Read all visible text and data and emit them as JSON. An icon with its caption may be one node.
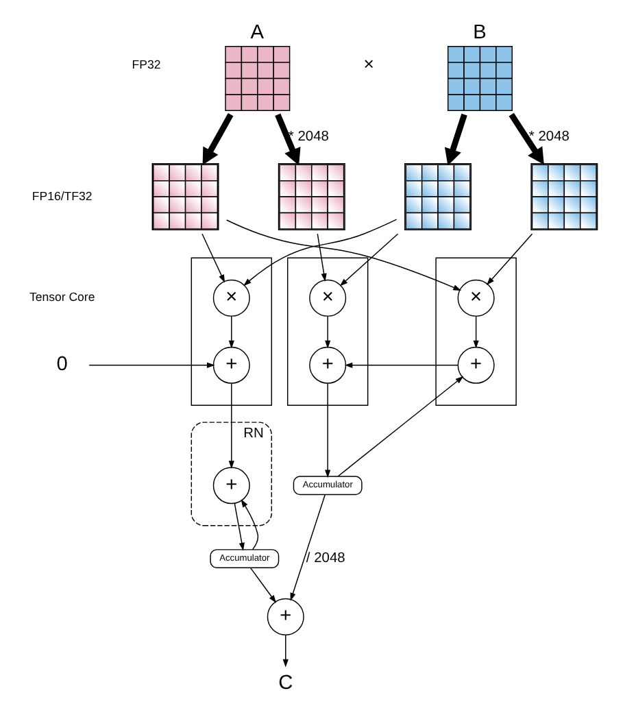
{
  "diagram": {
    "nodes": [
      {
        "text": [
          "A"
        ]
      },
      {
        "text": [
          "B"
        ]
      },
      {
        "text": [],
        "shape": "box"
      },
      {
        "text": [],
        "shape": "box"
      },
      {
        "text": [],
        "shape": "box"
      },
      {
        "text": [],
        "shape": "box"
      },
      {
        "text": [],
        "shape": "box"
      },
      {
        "text": [
          "×"
        ],
        "in": 6
      },
      {
        "text": [
          "+"
        ],
        "in": 6
      },
      {
        "text": [],
        "shape": "box"
      },
      {
        "text": [
          "×"
        ],
        "in": 9
      },
      {
        "text": [
          "+"
        ],
        "in": 9
      },
      {
        "text": [],
        "shape": "box"
      },
      {
        "text": [
          "×"
        ],
        "in": 12
      },
      {
        "text": [
          "+"
        ],
        "in": 12
      },
      {
        "text": [
          "0"
        ]
      },
      {
        "text": [
          "RN"
        ]
      },
      {
        "text": [
          "+"
        ],
        "in": 16
      },
      {
        "text": [
          "Accumulator"
        ]
      },
      {
        "text": [
          "Accumulator"
        ]
      },
      {
        "text": [
          "+"
        ]
      },
      {
        "text": [
          "C"
        ]
      }
    ],
    "edges": [
      {
        "from": 0,
        "to": 2,
        "arrow": "to",
        "style": "thick"
      },
      {
        "from": 0,
        "to": 3,
        "arrow": "to",
        "style": "thick",
        "label": "* 2048"
      },
      {
        "from": 1,
        "to": 4,
        "arrow": "to",
        "style": "thick"
      },
      {
        "from": 1,
        "to": 5,
        "arrow": "to",
        "style": "thick",
        "label": "* 2048"
      },
      {
        "from": 2,
        "to": 7,
        "arrow": "to"
      },
      {
        "from": 2,
        "to": 10,
        "arrow": "to"
      },
      {
        "from": 3,
        "to": 13,
        "arrow": "to"
      },
      {
        "from": 4,
        "to": 7,
        "arrow": "to"
      },
      {
        "from": 4,
        "to": 13,
        "arrow": "to"
      },
      {
        "from": 5,
        "to": 10,
        "arrow": "to"
      },
      {
        "from": 7,
        "to": 8,
        "arrow": "to"
      },
      {
        "from": 10,
        "to": 11,
        "arrow": "to"
      },
      {
        "from": 13,
        "to": 14,
        "arrow": "to"
      },
      {
        "from": 15,
        "to": 8,
        "arrow": "to"
      },
      {
        "from": 8,
        "to": 17,
        "arrow": "to"
      },
      {
        "from": 17,
        "to": 18,
        "arrow": "to"
      },
      {
        "from": 18,
        "to": 17,
        "arrow": "to"
      },
      {
        "from": 11,
        "to": 14,
        "arrow": "to"
      },
      {
        "from": 14,
        "to": 19,
        "arrow": "to"
      },
      {
        "from": 19,
        "to": 11,
        "arrow": "to"
      },
      {
        "from": 18,
        "to": 20,
        "arrow": "to"
      },
      {
        "from": 19,
        "to": 20,
        "arrow": "to",
        "label": "/ 2048"
      },
      {
        "from": 20,
        "to": 21,
        "arrow": "to"
      }
    ],
    "labels": [
      "×",
      "FP32",
      "FP16/TF32",
      "Tensor Core"
    ]
  }
}
